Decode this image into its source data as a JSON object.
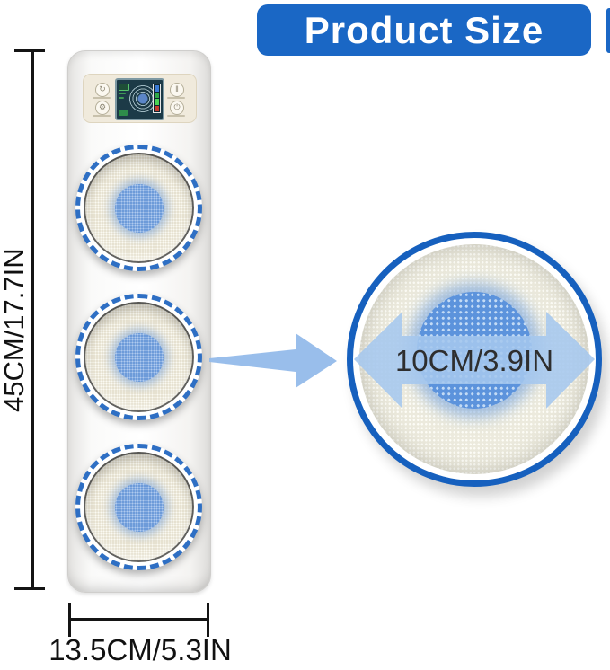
{
  "title": {
    "label": "Product Size"
  },
  "annotations": {
    "height": "45CM/17.7IN",
    "width": "13.5CM/5.3IN",
    "head_diameter": "10CM/3.9IN"
  },
  "device": {
    "control_panel": {
      "buttons": [
        {
          "name": "rotate",
          "glyph": "↻"
        },
        {
          "name": "mode",
          "glyph": "⚙"
        },
        {
          "name": "pause",
          "glyph": "‖"
        },
        {
          "name": "power",
          "glyph": "⏻"
        }
      ],
      "gauge_colors": [
        "#3A7BD5",
        "#2FA84A",
        "#49D455",
        "#C63B2E"
      ]
    },
    "brush_head_count": "3"
  },
  "colors": {
    "banner_bg": "#1A67C5",
    "banner_fg": "#FFFFFF",
    "dash_blue": "#2E6FC4",
    "detail_ring_blue": "#1660BE",
    "arrow_blue": "#9CC0EC"
  }
}
